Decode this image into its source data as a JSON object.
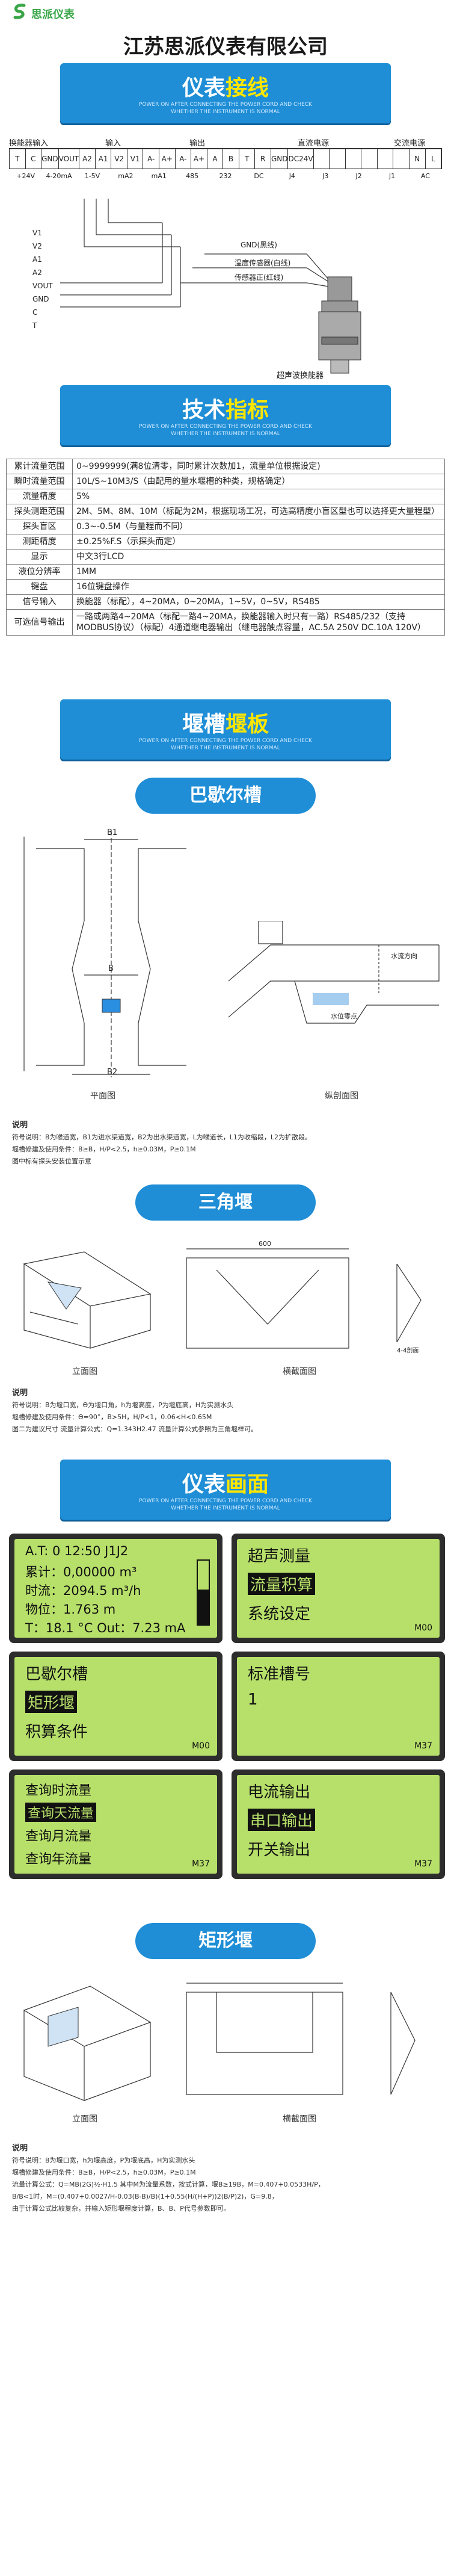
{
  "brand": {
    "name": "思派仪表",
    "company": "江苏思派仪表有限公司"
  },
  "sections": {
    "wiring": {
      "title_a": "仪表",
      "title_b": "接线",
      "sub1": "POWER ON AFTER CONNECTING THE POWER CORD AND CHECK",
      "sub2": "WHETHER THE INSTRUMENT IS NORMAL"
    },
    "tech": {
      "title_a": "技术",
      "title_b": "指标",
      "sub1": "POWER ON AFTER CONNECTING THE POWER CORD AND CHECK",
      "sub2": "WHETHER THE INSTRUMENT IS NORMAL"
    },
    "weir": {
      "title_a": "堰槽",
      "title_b": "堰板",
      "sub1": "POWER ON AFTER CONNECTING THE POWER CORD AND CHECK",
      "sub2": "WHETHER THE INSTRUMENT IS NORMAL"
    },
    "screen": {
      "title_a": "仪表",
      "title_b": "画面",
      "sub1": "POWER ON AFTER CONNECTING THE POWER CORD AND CHECK",
      "sub2": "WHETHER THE INSTRUMENT IS NORMAL"
    }
  },
  "terminal": {
    "groups": [
      "换能器输入",
      "输入",
      "输出",
      "直流电源",
      "交流电源"
    ],
    "top": [
      "T",
      "C",
      "GND",
      "VOUT",
      "A2",
      "A1",
      "V2",
      "V1",
      "A-",
      "A+",
      "A-",
      "A+",
      "A",
      "B",
      "T",
      "R",
      "GND",
      "DC24V",
      "",
      "",
      "",
      "",
      "",
      "",
      "N",
      "L"
    ],
    "bottom": [
      "+24V",
      "4-20mA",
      "1-5V",
      "mA2",
      "mA1",
      "485",
      "232",
      "DC",
      "J4",
      "J3",
      "J2",
      "J1",
      "AC"
    ]
  },
  "sensor": {
    "labels": [
      "GND(黑线)",
      "温度传感器(白线)",
      "传感器正(红线)"
    ],
    "name": "超声波换能器",
    "pins": [
      "V1",
      "V2",
      "A1",
      "A2",
      "VOUT",
      "GND",
      "C",
      "T"
    ]
  },
  "spec": [
    [
      "累计流量范围",
      "0~9999999(满8位清零，同时累计次数加1，流量单位根据设定)"
    ],
    [
      "瞬时流量范围",
      "10L/S~10M3/S（由配用的量水堰槽的种类，规格确定）"
    ],
    [
      "流量精度",
      "5%"
    ],
    [
      "探头测距范围",
      "2M、5M、8M、10M（标配为2M，根据现场工况，可选高精度小盲区型也可以选择更大量程型）"
    ],
    [
      "探头盲区",
      "0.3~-0.5M（与量程而不同）"
    ],
    [
      "测距精度",
      "±0.25%F.S（示探头而定）"
    ],
    [
      "显示",
      "中文3行LCD"
    ],
    [
      "液位分辨率",
      "1MM"
    ],
    [
      "键盘",
      "16位键盘操作"
    ],
    [
      "信号输入",
      "换能器（标配），4~20MA，0~20MA，1~5V，0~5V，RS485"
    ],
    [
      "可选信号输出",
      "一路或两路4~20MA（标配一路4~20MA，换能器输入时只有一路）RS485/232（支持MODBUS协议）（标配）4通道继电器输出（继电器触点容量，AC.5A 250V DC.10A 120V）"
    ]
  ],
  "parshall": {
    "title": "巴歇尔槽",
    "fig1": "平面图",
    "fig2": "纵剖面图",
    "note_title": "说明",
    "notes": [
      "符号说明：B为喉道宽，B1为进水渠道宽，B2为出水渠道宽，L为喉道长，L1为收缩段，L2为扩散段。",
      "堰槽修建及使用条件：B≥B，H/P<2.5，h≥0.03M，P≥0.1M",
      "图中标有探头安装位置示意"
    ],
    "lbl_B1": "B1",
    "lbl_B": "B",
    "lbl_B2": "B2",
    "lbl_water": "水流方向",
    "lbl_zero": "水位零点"
  },
  "triangle": {
    "title": "三角堰",
    "fig1": "立面图",
    "fig2": "横截面图",
    "note_title": "说明",
    "notes": [
      "符号说明：B为堰口宽，Θ为堰口角，h为堰高度，P为堰底高，H为实测水头",
      "堰槽修建及使用条件：Θ=90°，B>5H，H/P<1，0.06<H<0.65M",
      "图二为建议尺寸  流量计算公式：Q=1.343H2.47 流量计算公式参照为三角堰样可。"
    ],
    "lbl_angle": "4-4剖面",
    "lbl_600": "600"
  },
  "screens": [
    {
      "lines": [
        "A.T: 0  12:50  J1J2",
        "累计：0,00000 m³",
        "时流：2094.5 m³/h",
        "物位：1.763  m",
        "T：18.1 °C  Out：7.23 mA"
      ]
    },
    {
      "lines": [
        "超声测量",
        "流量积算",
        "系统设定"
      ],
      "inv": 1,
      "m": "M00"
    },
    {
      "lines": [
        "巴歇尔槽",
        "矩形堰",
        "积算条件"
      ],
      "inv": 1,
      "m": "M00"
    },
    {
      "lines": [
        "标准槽号",
        "1"
      ],
      "m": "M37"
    },
    {
      "lines": [
        "查询时流量",
        "查询天流量",
        "查询月流量",
        "查询年流量"
      ],
      "inv": 1,
      "m": "M37"
    },
    {
      "lines": [
        "电流输出",
        "串口输出",
        "开关输出"
      ],
      "inv": 1,
      "m": "M37"
    }
  ],
  "rect": {
    "title": "矩形堰",
    "fig1": "立面图",
    "fig2": "横截面图",
    "note_title": "说明",
    "notes": [
      "符号说明：B为堰口宽，h为堰高度，P为堰底高，H为实测水头",
      "堰槽修建及使用条件：B≥B，H/P<2.5，h≥0.03M，P≥0.1M",
      "流量计算公式：Q=MB(2G)½·H1.5 其中M为流量系数，按式计算，堰B≥19B，M=0.407+0.0533H/P，",
      "B/B<1时，M=(0.407+0.0027/H-0.03(B-B)/B)(1+0.55(H/(H+P))2(B/P)2)，G=9.8，",
      "由于计算公式比较复杂，并输入矩形堰程度计算，B、B、P代号参数即可。"
    ]
  }
}
